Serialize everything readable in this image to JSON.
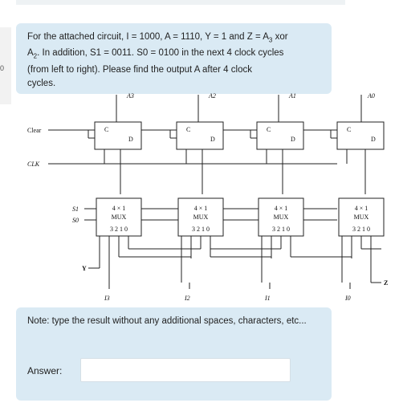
{
  "side_number": "0",
  "question": {
    "line1": "For the attached circuit, I = 1000, A = 1110, Y = 1 and Z = A",
    "line1_sub": "3",
    "line1_end": " xor",
    "line2_start": "A",
    "line2_sub": "2",
    "line2_rest": ". In addition, S1 = 0011. S0 = 0100 in the next 4 clock cycles",
    "line3": "(from left to right). Please find the output A after 4 clock",
    "line4": "cycles."
  },
  "circuit": {
    "outputs": [
      "A3",
      "A2",
      "A1",
      "A0"
    ],
    "inputs": [
      "I3",
      "I2",
      "I1",
      "I0"
    ],
    "clear_label": "Clear",
    "clk_label": "CLK",
    "s1_label": "S1",
    "s0_label": "S0",
    "y_label": "Y",
    "z_label": "Z",
    "ff_c": "C",
    "ff_d": "D",
    "mux_line1": "4 × 1",
    "mux_line2": "MUX",
    "mux_sel": "3 2 1 0"
  },
  "note": "Note: type the result without any additional spaces, characters, etc...",
  "answer_label": "Answer:",
  "answer_value": ""
}
